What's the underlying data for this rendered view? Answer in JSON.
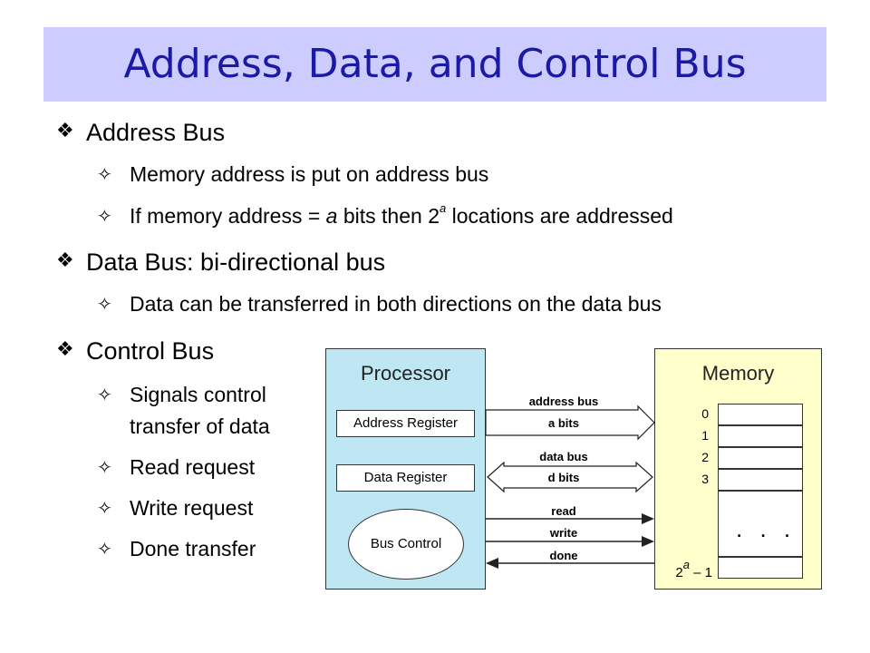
{
  "title": "Address, Data, and Control Bus",
  "bullets": {
    "address_bus": {
      "heading": "Address Bus",
      "items": [
        "Memory address is put on address bus"
      ],
      "line2_pre": "If memory address = ",
      "line2_var": "a",
      "line2_mid": " bits then 2",
      "line2_sup": "a",
      "line2_post": " locations are addressed"
    },
    "data_bus": {
      "heading": "Data Bus: bi-directional bus",
      "items": [
        "Data can be transferred in both directions on the data bus"
      ]
    },
    "control_bus": {
      "heading": "Control Bus",
      "items": [
        "Signals control",
        "transfer of data",
        "Read request",
        "Write request",
        "Done transfer"
      ]
    }
  },
  "diagram": {
    "processor": {
      "label": "Processor",
      "address_register": "Address Register",
      "data_register": "Data Register",
      "bus_control": "Bus Control"
    },
    "memory": {
      "label": "Memory",
      "indices": [
        "0",
        "1",
        "2",
        "3"
      ],
      "ellipsis": ". . .",
      "last_index_base": "2",
      "last_index_sup": "a",
      "last_index_tail": " – 1"
    },
    "signals": {
      "address_bus": "address bus",
      "a_bits": "a bits",
      "data_bus": "data bus",
      "d_bits": "d bits",
      "read": "read",
      "write": "write",
      "done": "done"
    }
  },
  "colors": {
    "title_bg": "#ccccff",
    "title_text": "#1a1aa6",
    "processor_bg": "#bfe7f3",
    "memory_bg": "#ffffcc"
  },
  "icons": {
    "level1_bullet": "diamond-star-icon",
    "level2_bullet": "four-point-star-icon"
  }
}
